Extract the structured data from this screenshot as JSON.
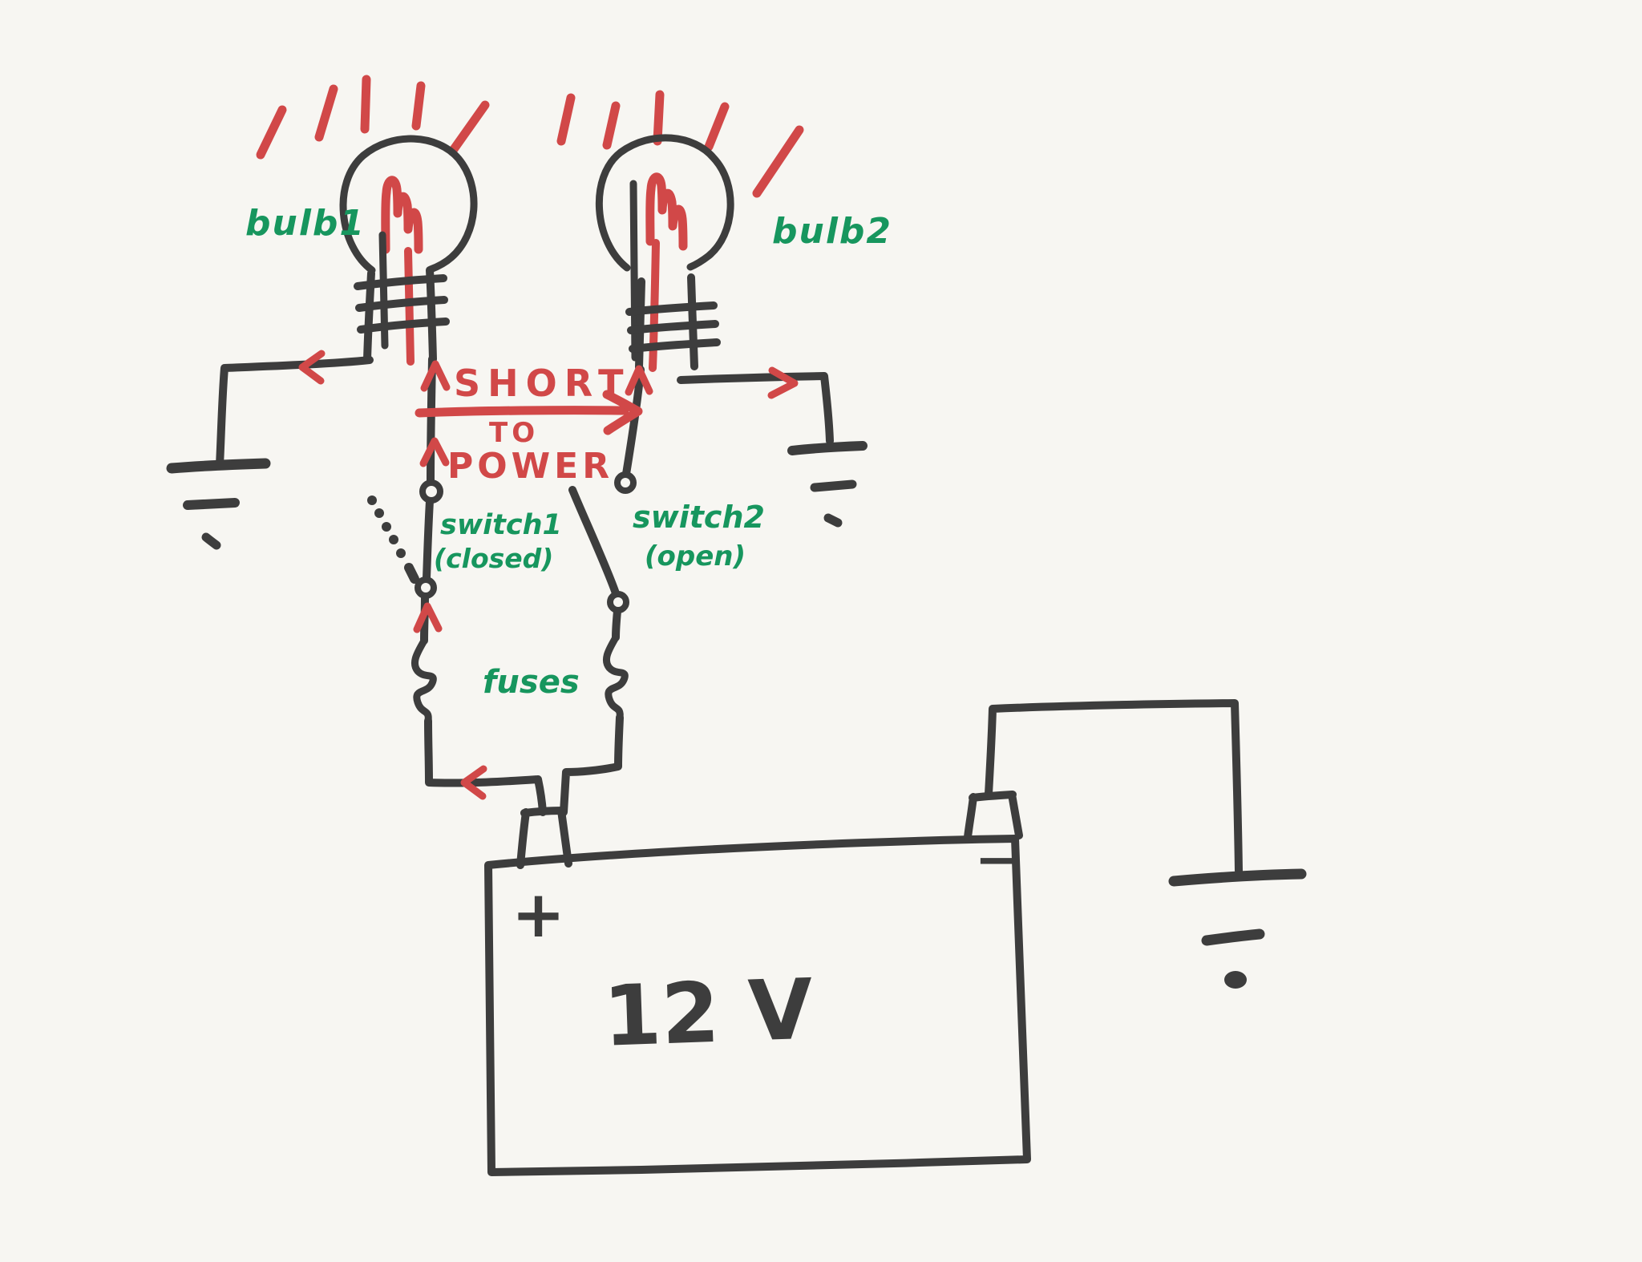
{
  "colors": {
    "paper": "#f7f6f2",
    "marker_ink": "#3d3d3d",
    "marker_red": "#d14848",
    "marker_green": "#17965e"
  },
  "bulbs": {
    "bulb1_label": "bulb1",
    "bulb2_label": "bulb2"
  },
  "fault_annotation": {
    "line1": "SHORT",
    "line2": "TO",
    "line3": "POWER"
  },
  "switches": {
    "switch1_label": "switch1",
    "switch1_state": "(closed)",
    "switch2_label": "switch2",
    "switch2_state": "(open)"
  },
  "fuses_label": "fuses",
  "battery": {
    "voltage_label": "12 V",
    "positive_terminal": "+",
    "negative_terminal": "−"
  }
}
